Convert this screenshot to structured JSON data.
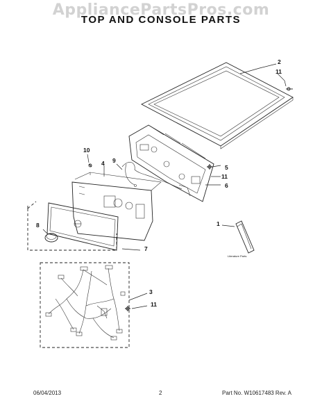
{
  "watermark": "AppliancePartsPros.com",
  "title": "TOP AND CONSOLE PARTS",
  "footer": {
    "date": "06/04/2013",
    "page": "2",
    "part_number": "Part No.  W10617483  Rev.  A"
  },
  "literature_label": "Literature Parts",
  "callouts": {
    "c1": "1",
    "c2": "2",
    "c3": "3",
    "c4": "4",
    "c5": "5",
    "c6": "6",
    "c7": "7",
    "c8": "8",
    "c9": "9",
    "c10": "10",
    "c11a": "11",
    "c11b": "11",
    "c11c": "11"
  }
}
